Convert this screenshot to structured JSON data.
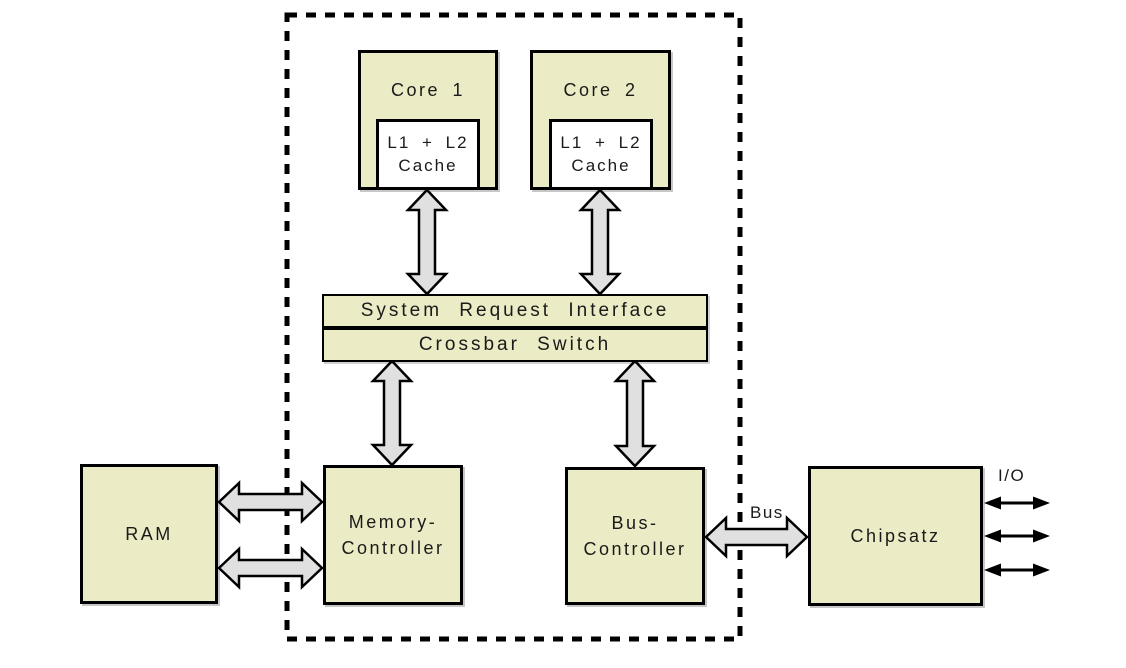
{
  "diagram": {
    "nodes": {
      "core1": {
        "label": "Core 1"
      },
      "core2": {
        "label": "Core 2"
      },
      "cache1": {
        "line1": "L1 + L2",
        "line2": "Cache"
      },
      "cache2": {
        "line1": "L1 + L2",
        "line2": "Cache"
      },
      "sri": {
        "label": "System Request Interface"
      },
      "crossbar": {
        "label": "Crossbar Switch"
      },
      "ram": {
        "label": "RAM"
      },
      "memory_controller": {
        "line1": "Memory-",
        "line2": "Controller"
      },
      "bus_controller": {
        "line1": "Bus-",
        "line2": "Controller"
      },
      "chipsatz": {
        "label": "Chipsatz"
      }
    },
    "connector_labels": {
      "bus": "Bus",
      "io": "I/O"
    },
    "colors": {
      "box_fill": "#EBEBC5",
      "cache_fill": "#FFFFFF",
      "arrow_fill": "#E0E0E0",
      "border": "#000000",
      "background": "#FFFFFF",
      "text": "#1A1A1A"
    }
  }
}
